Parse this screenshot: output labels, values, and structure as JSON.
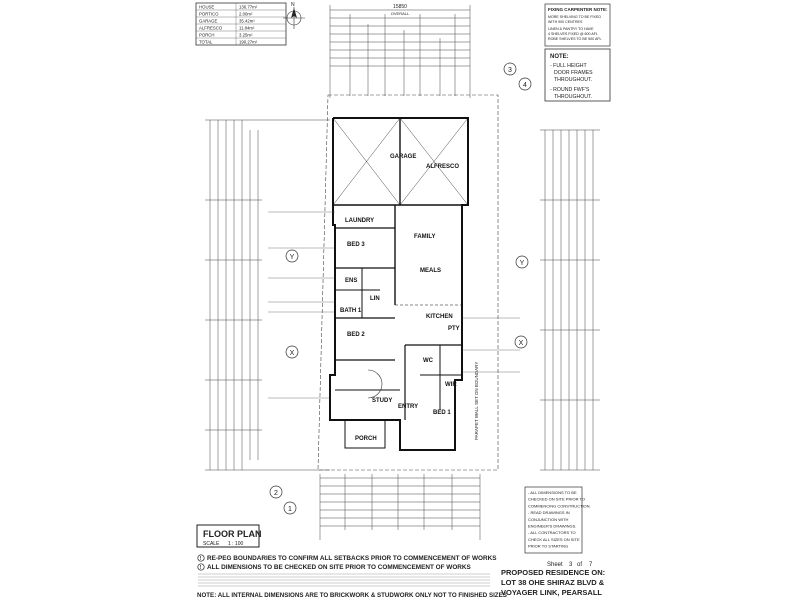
{
  "area_schedule": [
    {
      "label": "HOUSE",
      "value": "136.77m²"
    },
    {
      "label": "PORTICO",
      "value": "2.00m²"
    },
    {
      "label": "GARAGE",
      "value": "35.42m²"
    },
    {
      "label": "ALFRESCO",
      "value": "11.84m²"
    },
    {
      "label": "PORCH",
      "value": "3.25m²"
    },
    {
      "label": "TOTAL",
      "value": "190.27m²"
    }
  ],
  "overall_dimension": "15850",
  "overall_label": "OVERALL",
  "fixing_notes": {
    "title": "FIXING CARPENTER NOTE:",
    "lines": [
      "MORE SHELVING TO BE FIXED",
      "WITH 900 CENTRES",
      "LINEN & PANTRY TO HAVE",
      "4 SHELVES FIXED @ 600 AFL",
      "ROBE SHELVES TO BE 500 AFL"
    ]
  },
  "note": {
    "title": "NOTE:",
    "items": [
      "- FULL HEIGHT DOOR FRAMES THROUGHOUT.",
      "- ROUND FWF'S THROUGHOUT."
    ]
  },
  "rooms": {
    "garage": "GARAGE",
    "alfresco": "ALFRESCO",
    "laundry": "LAUNDRY",
    "family": "FAMILY",
    "meals": "MEALS",
    "bed2": "BED 2",
    "bed3": "BED 3",
    "bed1": "BED 1",
    "bath": "BATH 1",
    "ens": "ENS",
    "wc": "WC",
    "kitchen": "KITCHEN",
    "study": "STUDY",
    "porch": "PORCH",
    "entry": "ENTRY",
    "wir": "WIR",
    "linen": "LIN",
    "pantry": "PTY"
  },
  "boundary_note": "PARAPET WALL SET ON BOUNDARY",
  "gridmarks": [
    "1",
    "2",
    "3",
    "4",
    "Y",
    "Y",
    "X",
    "X"
  ],
  "title_block": {
    "plan_title": "FLOOR PLAN",
    "scale_label": "SCALE",
    "scale_value": "1 : 100",
    "sheet_label": "Sheet",
    "sheet_num": "3",
    "sheet_of": "of",
    "sheet_total": "7",
    "proposed": "PROPOSED RESIDENCE ON:",
    "lot": "LOT 38 OHE SHIRAZ BLVD &",
    "street": "VOYAGER LINK, PEARSALL"
  },
  "disclaimer": [
    "RE-PEG BOUNDARIES TO CONFIRM ALL SETBACKS PRIOR TO COMMENCEMENT OF WORKS",
    "ALL DIMENSIONS TO BE CHECKED ON SITE PRIOR TO COMMENCEMENT OF WORKS"
  ],
  "footer_note": "NOTE: ALL INTERNAL DIMENSIONS ARE TO BRICKWORK & STUDWORK ONLY NOT TO FINISHED SIZES",
  "right_notes": {
    "lines": [
      "- ALL DIMENSIONS TO BE",
      "CHECKED ON SITE PRIOR TO",
      "COMMENCING CONSTRUCTION.",
      "- READ DRAWINGS IN",
      "CONJUNCTION WITH",
      "ENGINEER'S DRAWINGS.",
      "- ALL CONTRACTORS TO",
      "CHECK ALL SIZES ON SITE",
      "PRIOR TO STARTING"
    ]
  }
}
